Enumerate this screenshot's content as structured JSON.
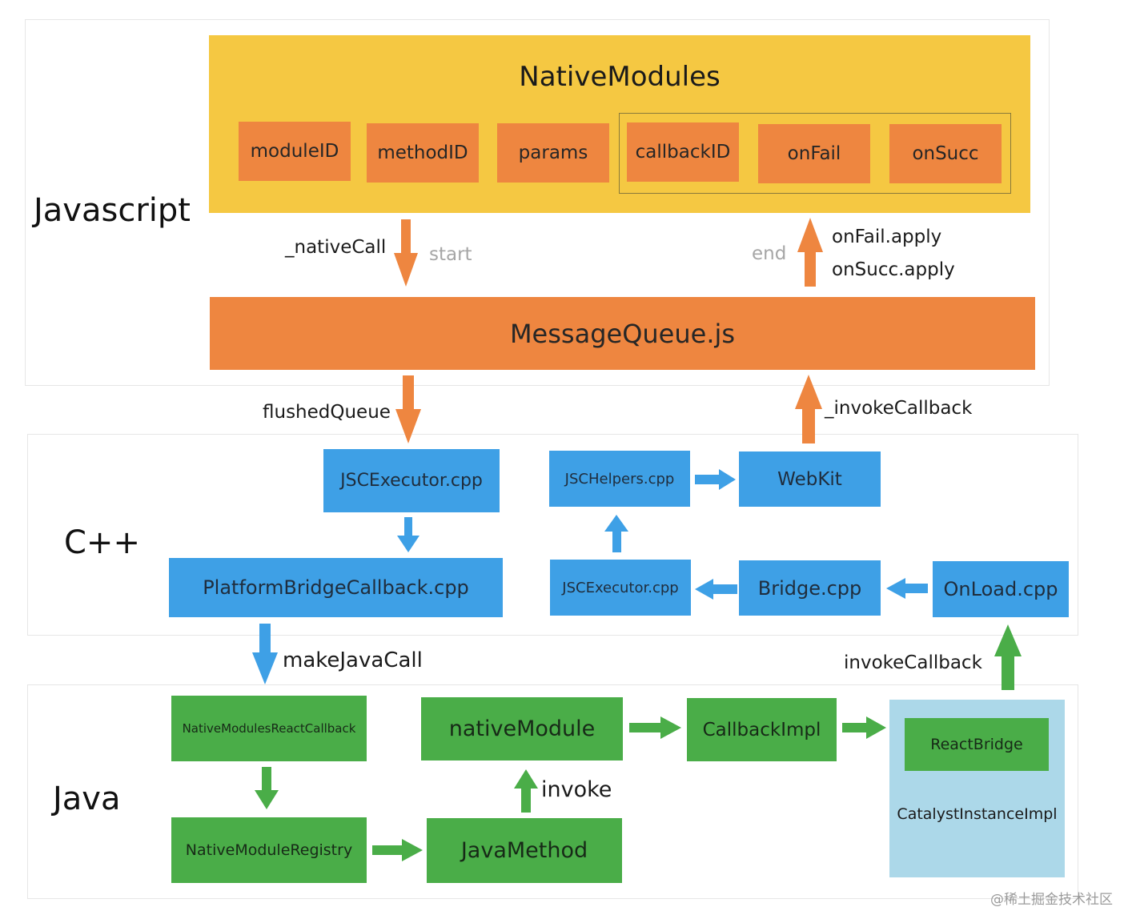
{
  "layers": {
    "javascript": "Javascript",
    "cpp": "C++",
    "java": "Java"
  },
  "js": {
    "native_modules": "NativeModules",
    "fields": [
      "moduleID",
      "methodID",
      "params",
      "callbackID",
      "onFail",
      "onSucc"
    ],
    "message_queue": "MessageQueue.js",
    "native_call": "_nativeCall",
    "start": "start",
    "end": "end",
    "on_fail_apply": "onFail.apply",
    "on_succ_apply": "onSucc.apply"
  },
  "flow": {
    "flushed_queue": "flushedQueue",
    "invoke_callback_top": "_invokeCallback",
    "make_java_call": "makeJavaCall",
    "invoke_callback": "invokeCallback",
    "invoke": "invoke"
  },
  "cpp": {
    "jsc_executor_top": "JSCExecutor.cpp",
    "platform_bridge": "PlatformBridgeCallback.cpp",
    "jsc_helpers": "JSCHelpers.cpp",
    "webkit": "WebKit",
    "jsc_executor_bottom": "JSCExecutor.cpp",
    "bridge": "Bridge.cpp",
    "onload": "OnLoad.cpp"
  },
  "java": {
    "native_modules_react_callback": "NativeModulesReactCallback",
    "native_module_registry": "NativeModuleRegistry",
    "native_module": "nativeModule",
    "java_method": "JavaMethod",
    "callback_impl": "CallbackImpl",
    "react_bridge": "ReactBridge",
    "catalyst_instance_impl": "CatalystInstanceImpl"
  },
  "watermark": "@稀土掘金技术社区",
  "colors": {
    "yellow": "#f5c842",
    "orange": "#ee8640",
    "blue": "#3ea0e6",
    "green": "#4aad48",
    "light_blue": "#acd8e9"
  }
}
